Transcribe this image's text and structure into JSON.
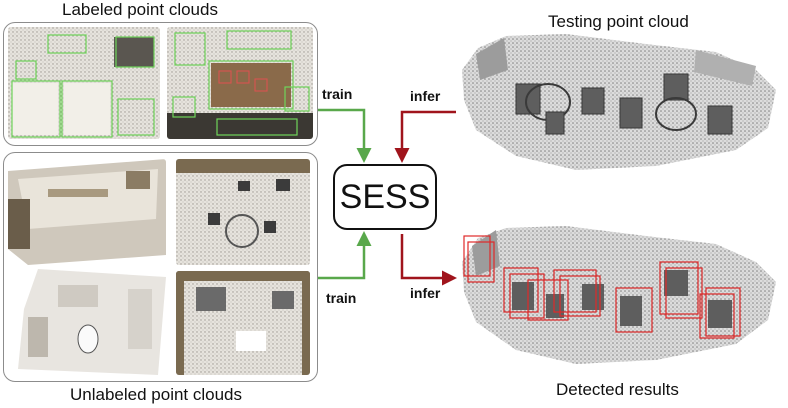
{
  "titles": {
    "labeled": "Labeled point clouds",
    "unlabeled": "Unlabeled point clouds",
    "testing": "Testing point cloud",
    "detected": "Detected results"
  },
  "model": {
    "name": "SESS"
  },
  "edges": {
    "train_top": "train",
    "train_bottom": "train",
    "infer_top": "infer",
    "infer_bottom": "infer"
  },
  "colors": {
    "train_arrow": "#59a84b",
    "infer_arrow": "#a0141c",
    "labeled_box": "#6fd45a",
    "detected_box": "#e02a2a"
  }
}
